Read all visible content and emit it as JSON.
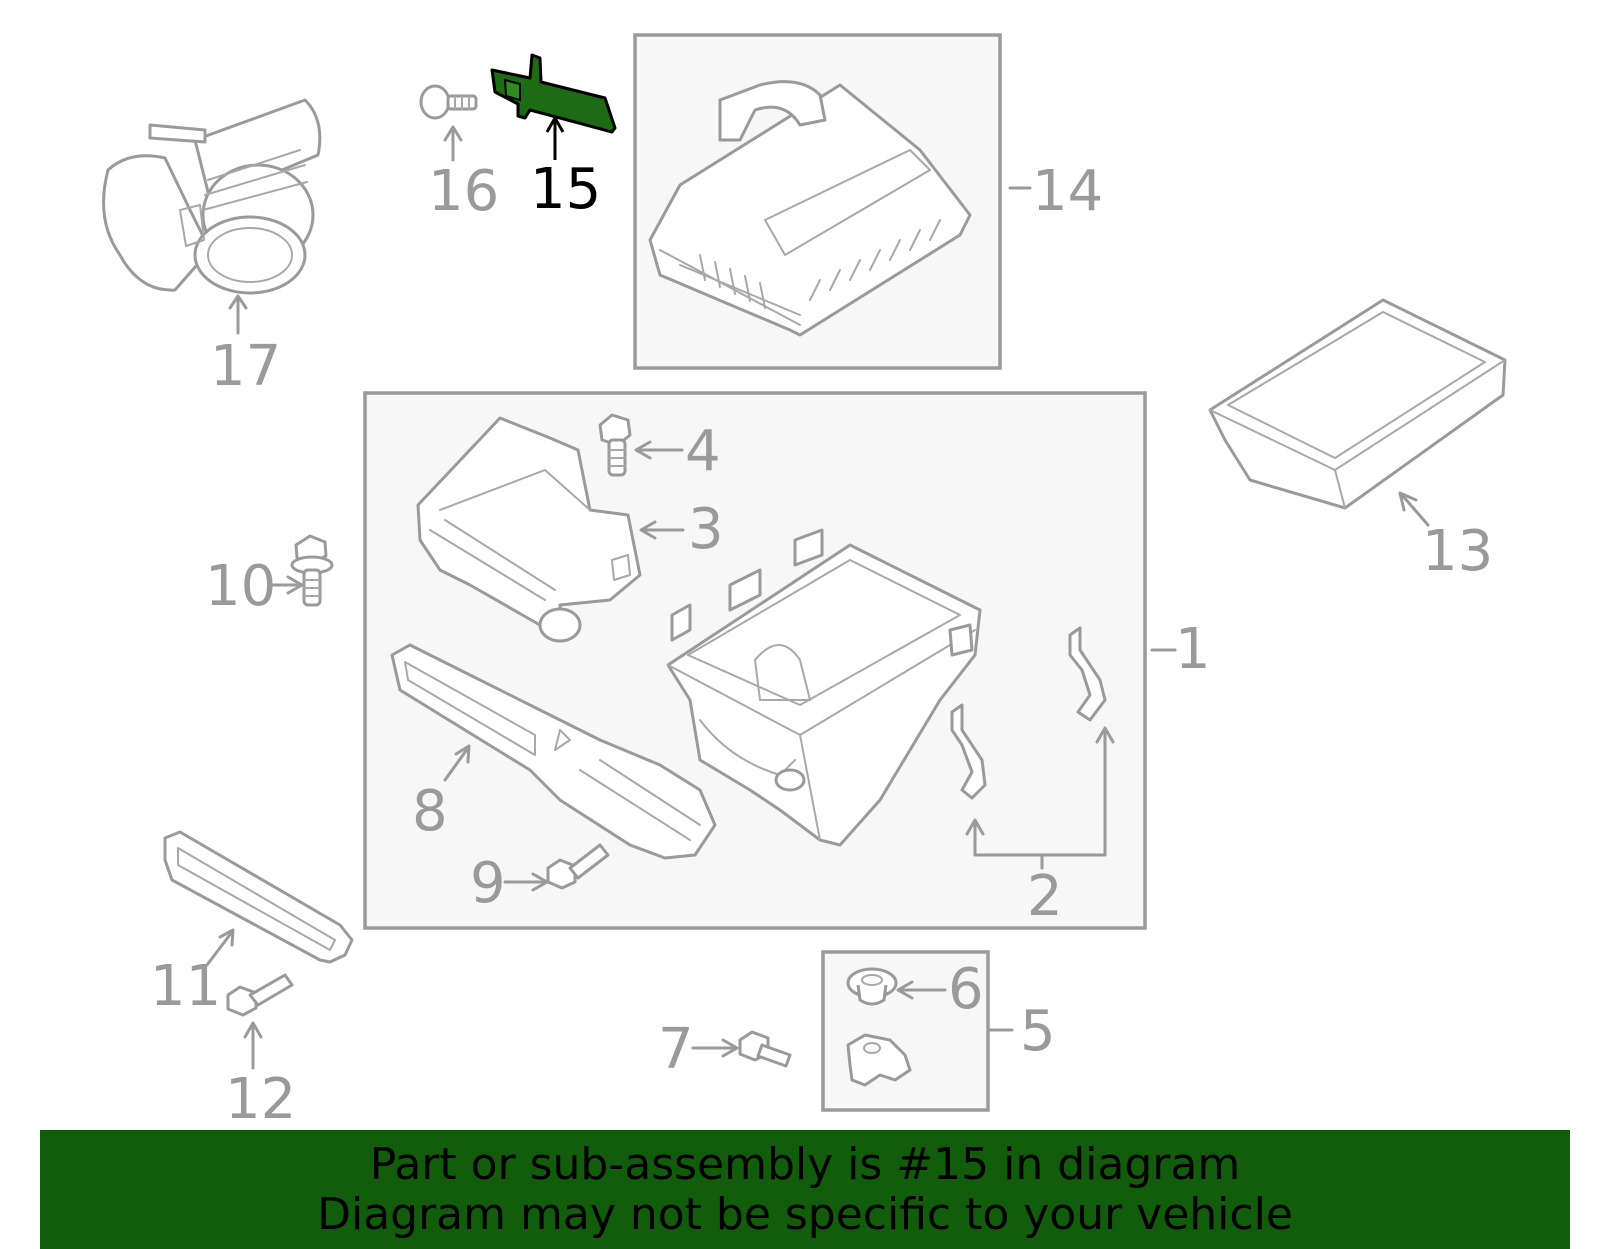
{
  "diagram": {
    "callouts": [
      {
        "id": "1",
        "label": "1"
      },
      {
        "id": "2",
        "label": "2"
      },
      {
        "id": "3",
        "label": "3"
      },
      {
        "id": "4",
        "label": "4"
      },
      {
        "id": "5",
        "label": "5"
      },
      {
        "id": "6",
        "label": "6"
      },
      {
        "id": "7",
        "label": "7"
      },
      {
        "id": "8",
        "label": "8"
      },
      {
        "id": "9",
        "label": "9"
      },
      {
        "id": "10",
        "label": "10"
      },
      {
        "id": "11",
        "label": "11"
      },
      {
        "id": "12",
        "label": "12"
      },
      {
        "id": "13",
        "label": "13"
      },
      {
        "id": "14",
        "label": "14"
      },
      {
        "id": "15",
        "label": "15"
      },
      {
        "id": "16",
        "label": "16"
      },
      {
        "id": "17",
        "label": "17"
      }
    ],
    "highlighted_part": "15",
    "colors": {
      "line": "#9a9a9a",
      "highlight_fill": "#1d6b14",
      "highlight_label": "#000000",
      "banner": "#115d0c",
      "box_fill": "#f7f7f7"
    }
  },
  "banner": {
    "line1": "Part or sub-assembly is #15 in diagram",
    "line2": "Diagram may not be specific to your vehicle"
  }
}
